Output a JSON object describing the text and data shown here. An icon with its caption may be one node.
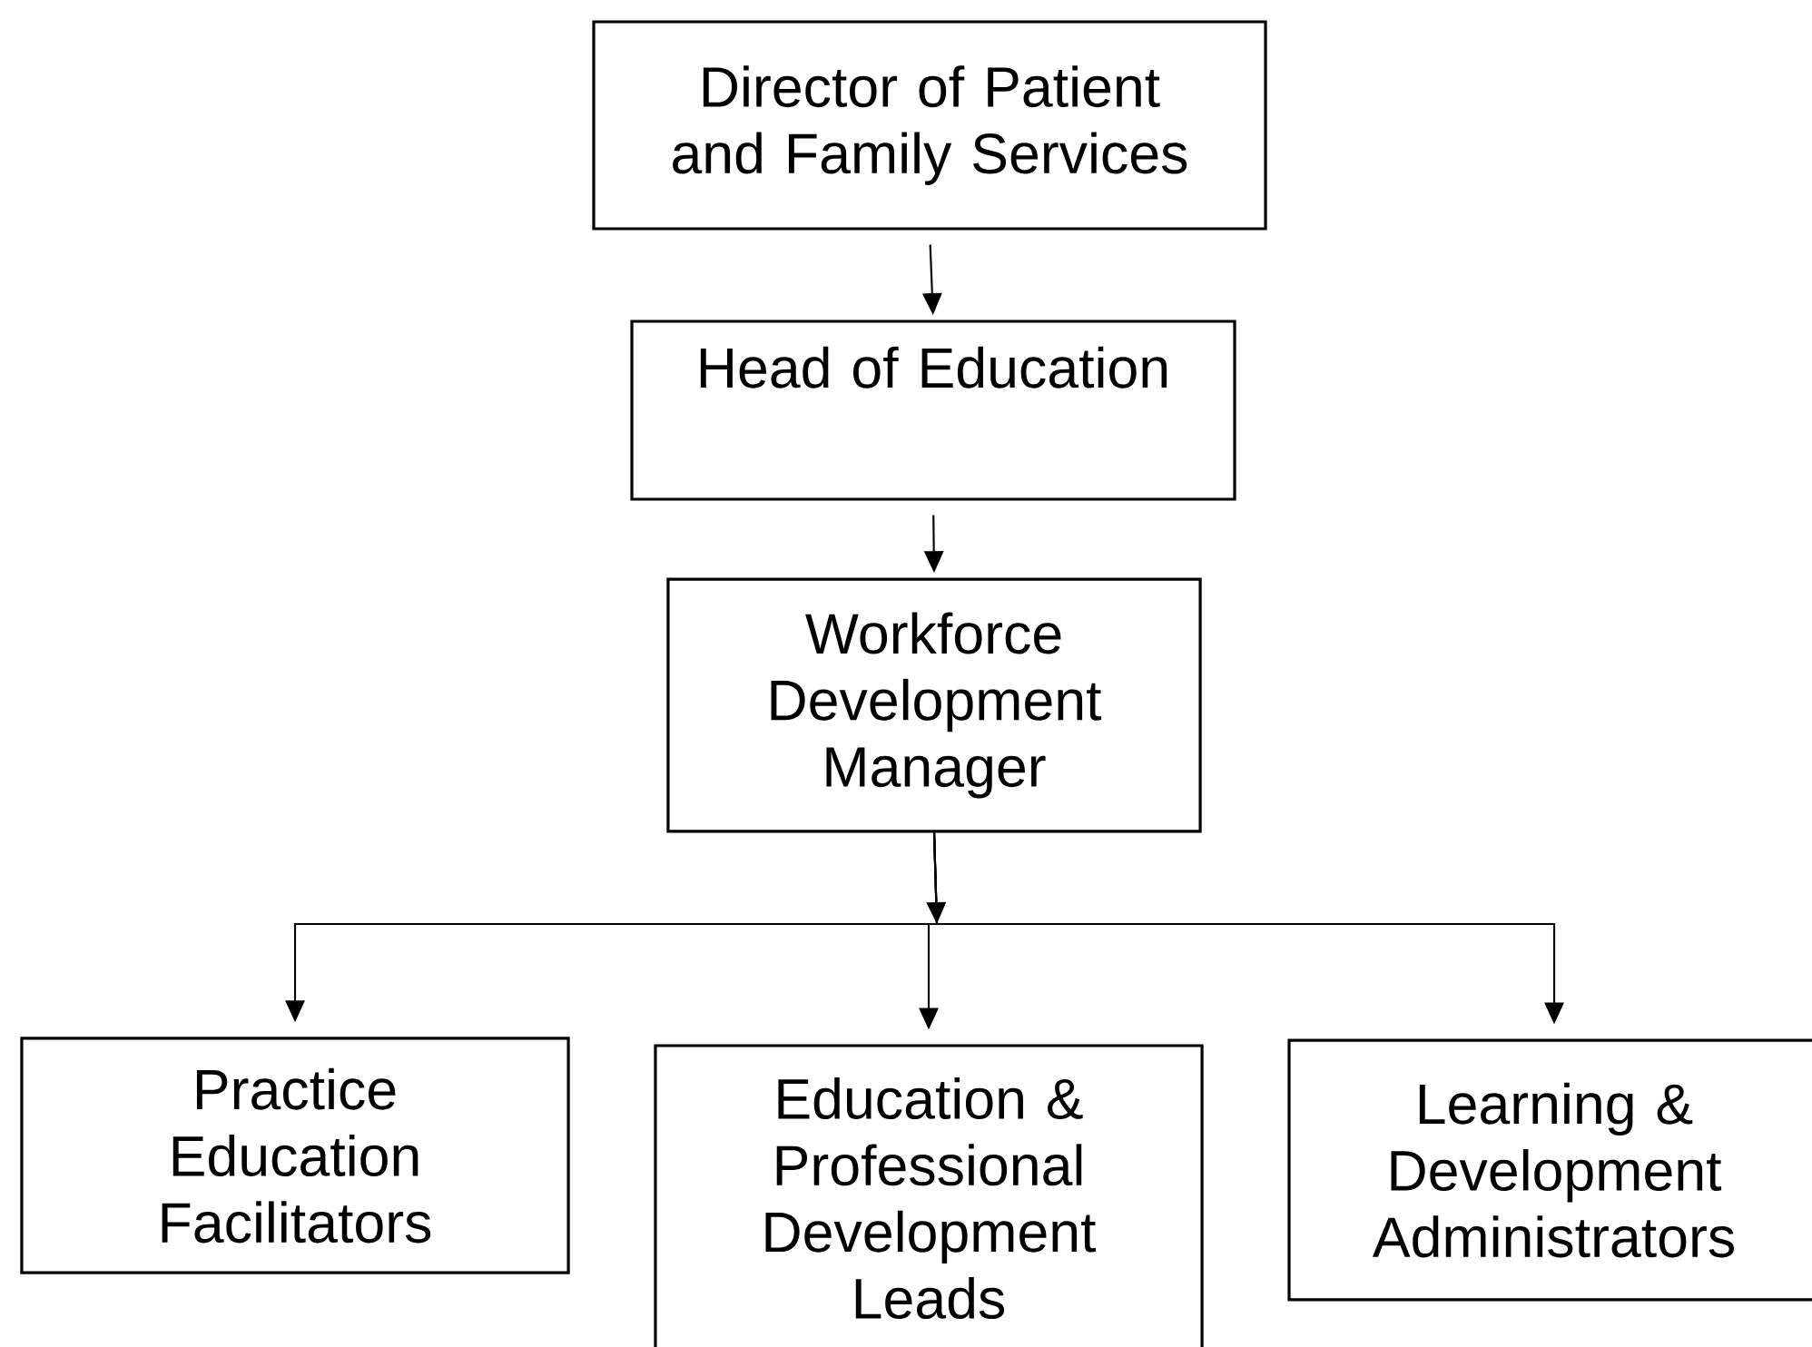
{
  "diagram": {
    "nodes": [
      {
        "text": [
          "Director of Patient and Family Services"
        ]
      },
      {
        "text": [
          "Head of Education"
        ]
      },
      {
        "text": [
          "Workforce Development Manager"
        ]
      },
      {
        "text": [
          "Practice Education Facilitators"
        ]
      },
      {
        "text": [
          "Education & Professional Development Leads"
        ]
      },
      {
        "text": [
          "Learning & Development Administrators"
        ]
      }
    ],
    "edges": [
      {
        "from": 0,
        "to": 1,
        "arrow": "to"
      },
      {
        "from": 1,
        "to": 2,
        "arrow": "to"
      },
      {
        "from": 2,
        "to": 3,
        "arrow": "to"
      },
      {
        "from": 2,
        "to": 4,
        "arrow": "to"
      },
      {
        "from": 2,
        "to": 5,
        "arrow": "to"
      }
    ]
  }
}
